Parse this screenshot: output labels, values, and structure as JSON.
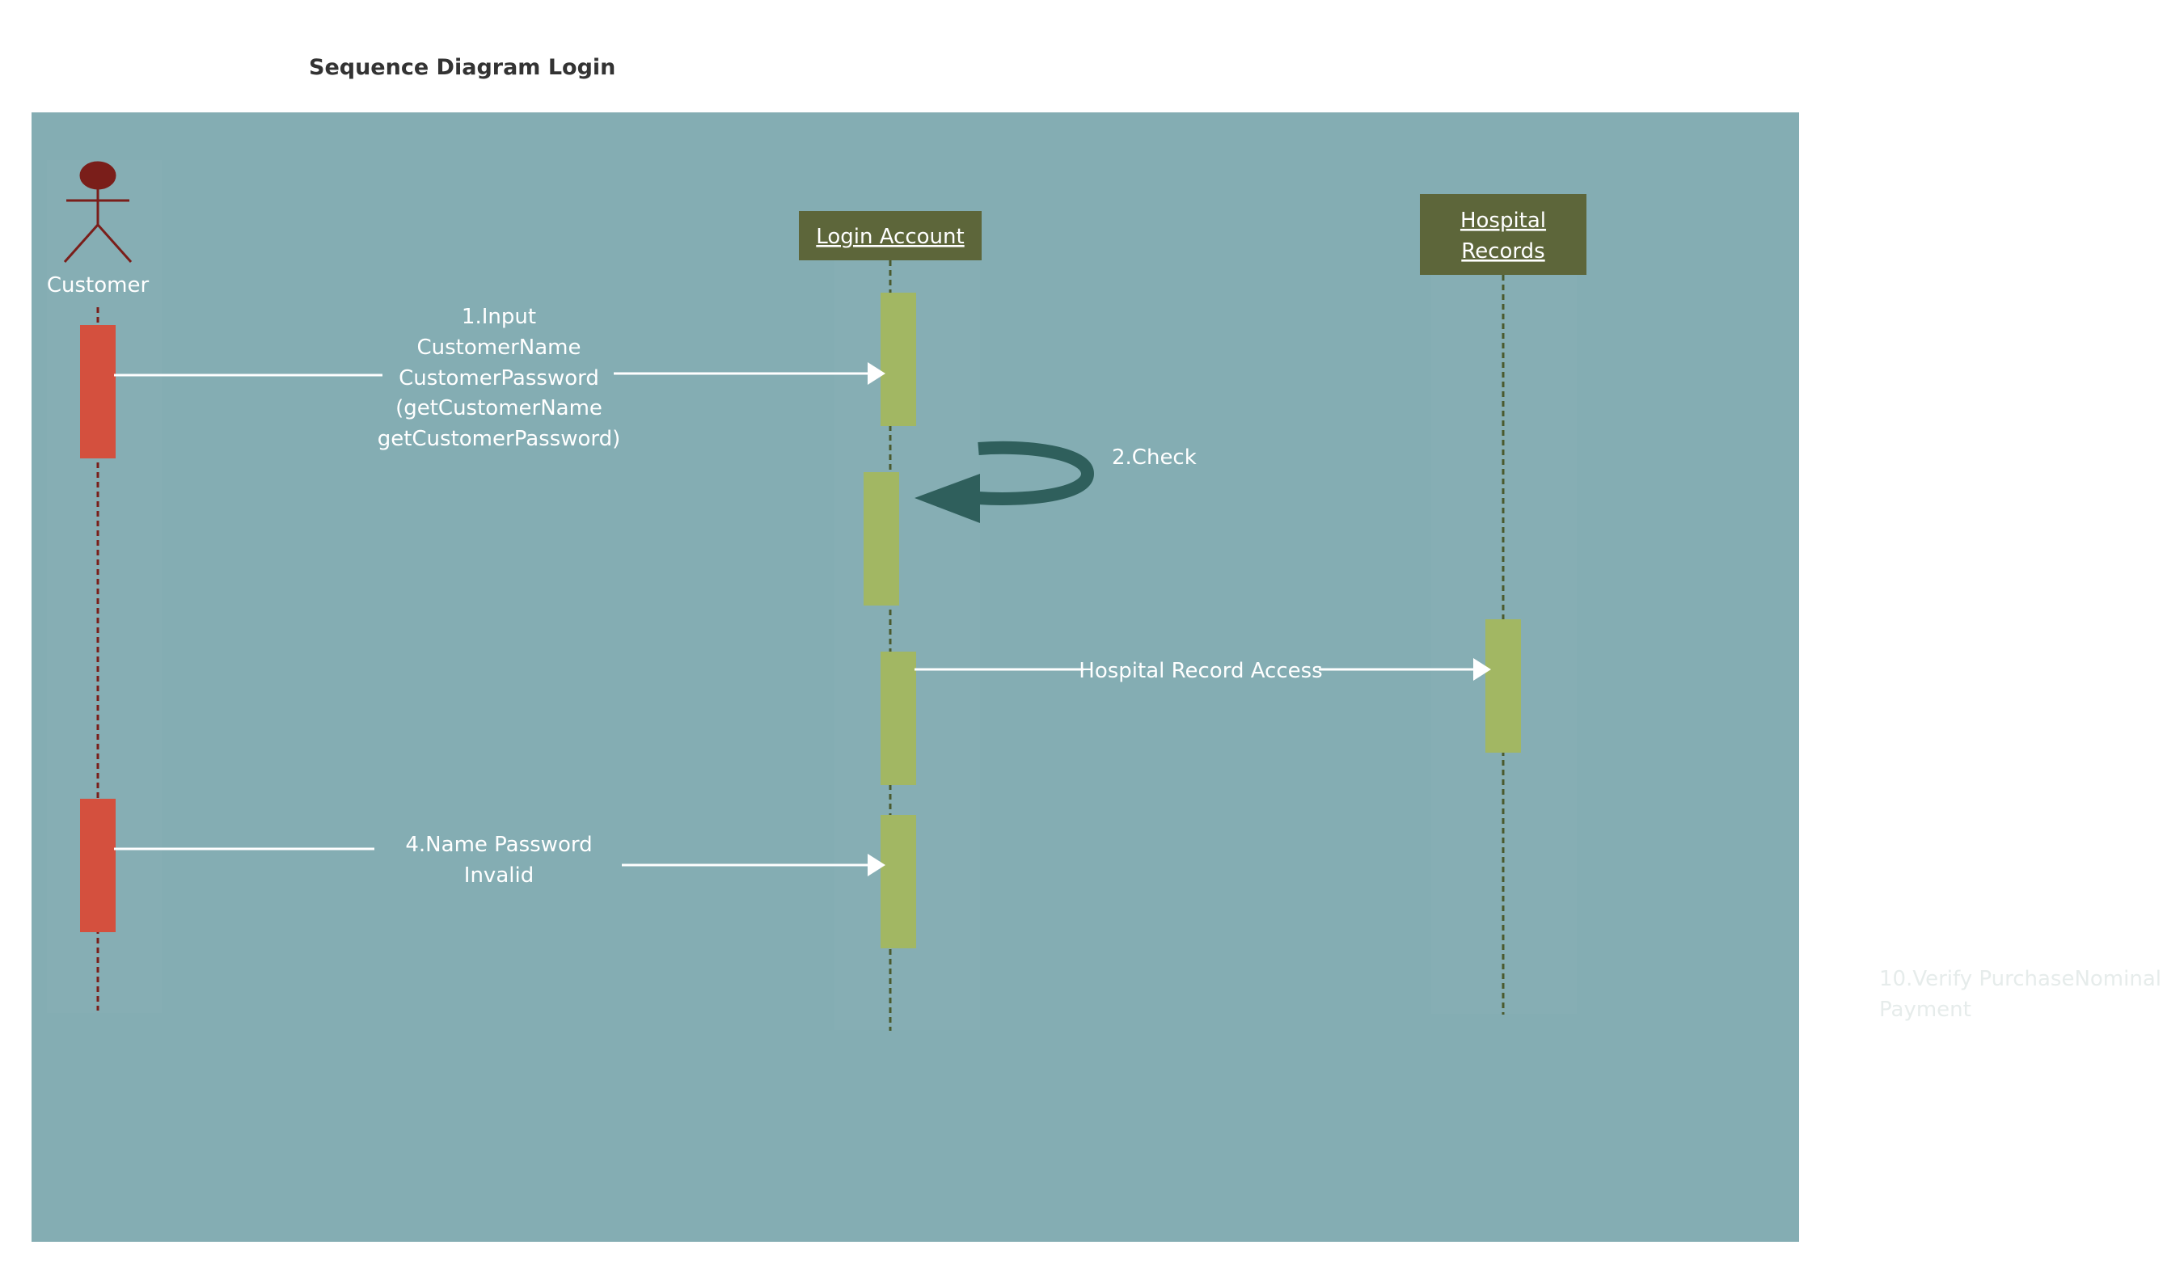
{
  "diagram": {
    "title": "Sequence Diagram Login",
    "actor": {
      "label": "Customer"
    },
    "lifelines": {
      "login_account": "Login Account",
      "hospital_records": [
        "Hospital",
        "Records"
      ]
    },
    "messages": {
      "m1": [
        "1.Input",
        "CustomerName",
        "CustomerPassword",
        "(getCustomerName",
        "getCustomerPassword)"
      ],
      "m2": "2.Check",
      "m3": "Hospital Record Access",
      "m4": [
        "4.Name Password",
        "Invalid"
      ]
    },
    "faded_note": [
      "10.Verify PurchaseNominal",
      "Payment"
    ]
  },
  "colors": {
    "background": "#84adb3",
    "lifeline_header": "#5d663a",
    "activation_green": "#a2b763",
    "activation_red": "#d4503e",
    "actor": "#7a1e1a",
    "self_arrow": "#2f5f5c",
    "message_line": "#ffffff"
  }
}
